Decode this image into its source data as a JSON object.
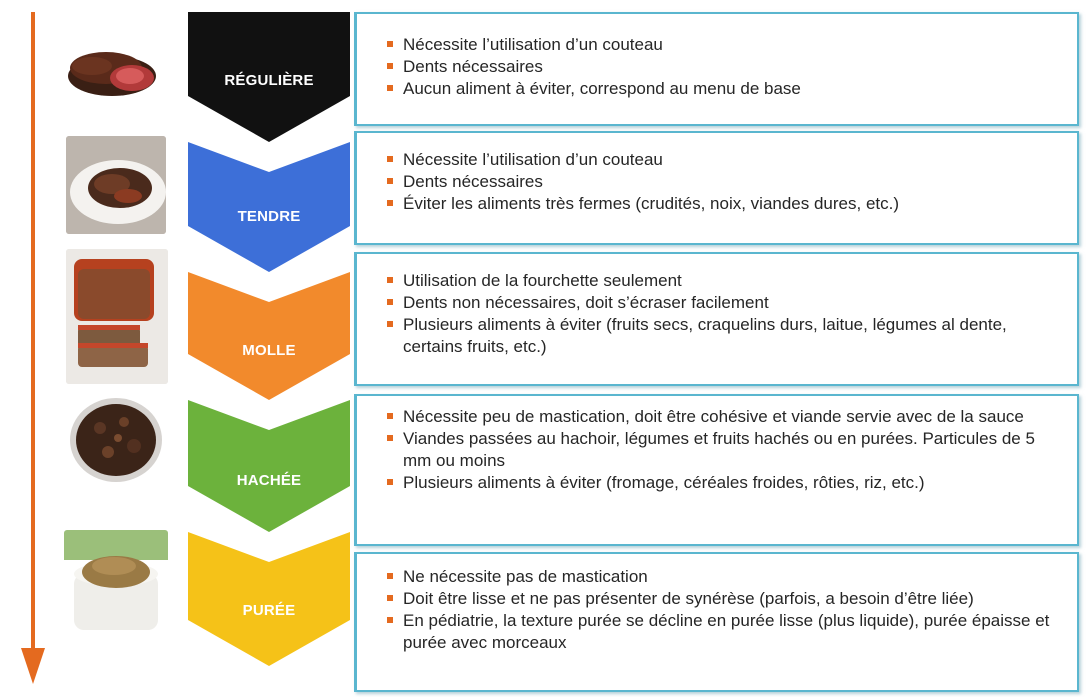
{
  "levels": [
    {
      "label": "RÉGULIÈRE",
      "color": "#111111",
      "image": "steak-photo",
      "items": [
        "Nécessite l’utilisation d’un couteau",
        "Dents nécessaires",
        "Aucun aliment à éviter, correspond au menu de base"
      ]
    },
    {
      "label": "TENDRE",
      "color": "#3d6fd8",
      "image": "braised-meat-photo",
      "items": [
        "Nécessite l’utilisation d’un couteau",
        "Dents nécessaires",
        "Éviter les aliments très fermes (crudités, noix, viandes dures, etc.)"
      ]
    },
    {
      "label": "MOLLE",
      "color": "#f28a2c",
      "image": "meatloaf-photo",
      "items": [
        "Utilisation de la fourchette seulement",
        "Dents non nécessaires, doit s’écraser facilement",
        "Plusieurs aliments à éviter (fruits secs, craquelins durs, laitue, légumes al dente, certains fruits, etc.)"
      ]
    },
    {
      "label": "HACHÉE",
      "color": "#6cb23c",
      "image": "ground-meat-photo",
      "items": [
        "Nécessite peu de mastication, doit être cohésive et viande servie avec de la sauce",
        "Viandes passées au hachoir, légumes et fruits hachés ou en purées. Particules de 5 mm ou moins",
        "Plusieurs aliments à éviter (fromage, céréales froides, rôties, riz, etc.)"
      ]
    },
    {
      "label": "PURÉE",
      "color": "#f5c218",
      "image": "puree-ramekin-photo",
      "items": [
        "Ne nécessite pas de mastication",
        "Doit être lisse et ne pas présenter de synérèse (parfois, a besoin d’être liée)",
        "En pédiatrie, la texture purée se décline en purée lisse (plus liquide), purée épaisse et purée avec morceaux"
      ]
    }
  ],
  "arrow_color": "#e46a1f",
  "box_border_color": "#5ab6cf"
}
